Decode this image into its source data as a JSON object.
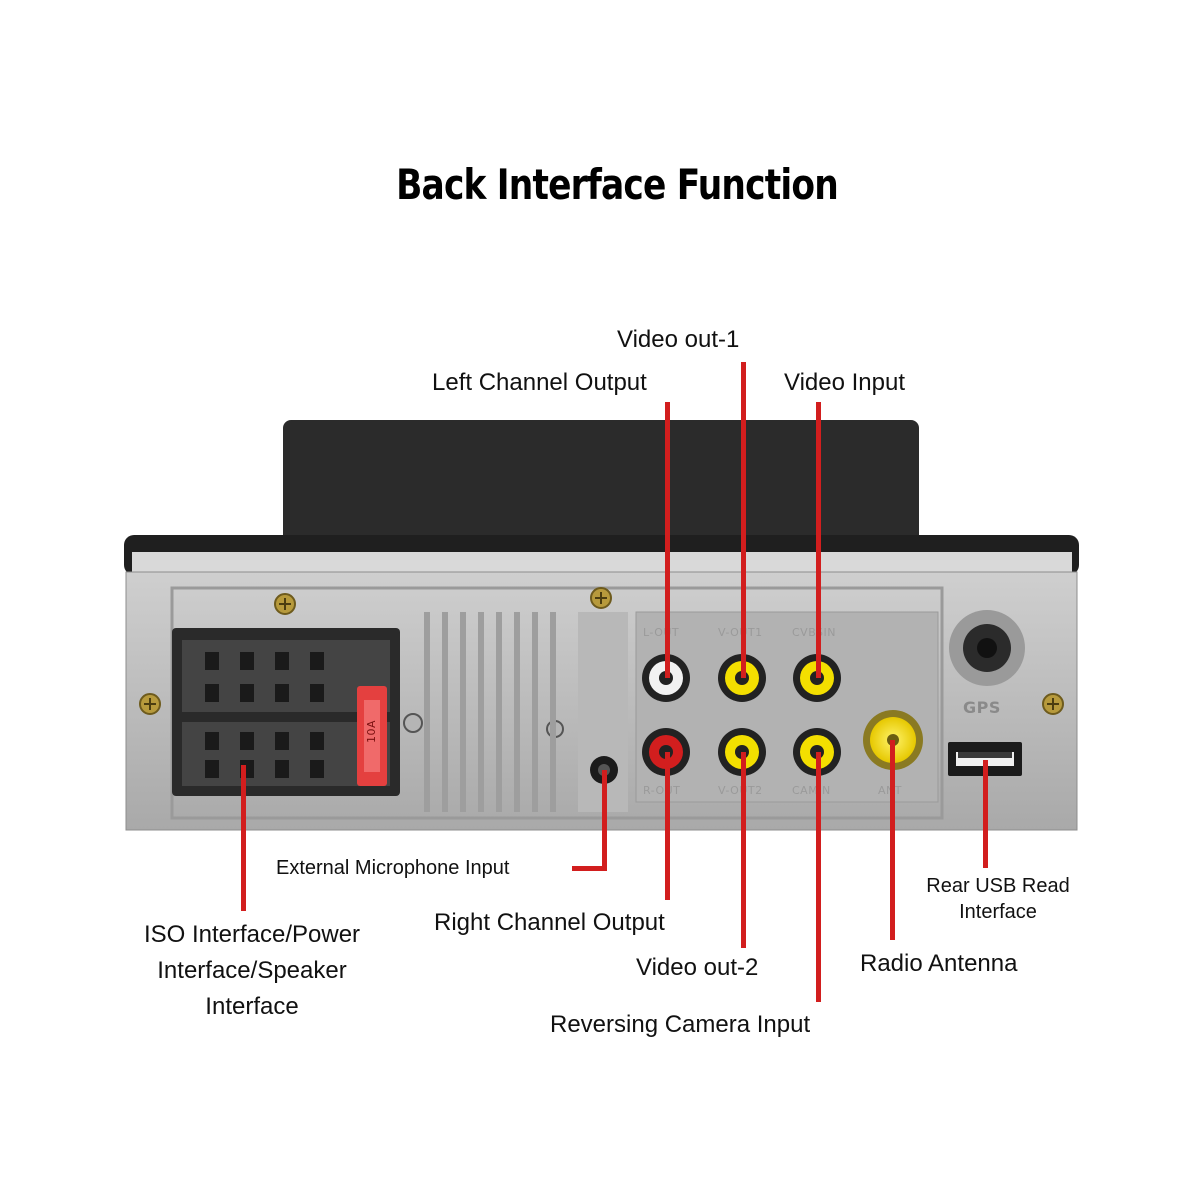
{
  "title": "Back Interface Function",
  "labels": {
    "video_out_1": "Video out-1",
    "left_channel_output": "Left Channel Output",
    "video_input": "Video Input",
    "external_microphone_input": "External Microphone Input",
    "right_channel_output": "Right Channel Output",
    "video_out_2": "Video out-2",
    "reversing_camera_input": "Reversing Camera Input",
    "radio_antenna": "Radio Antenna",
    "rear_usb_line1": "Rear USB Read",
    "rear_usb_line2": "Interface",
    "iso_line1": "ISO Interface/Power",
    "iso_line2": "Interface/Speaker",
    "iso_line3": "Interface"
  },
  "panel_marks": {
    "l_out": "L-OUT",
    "v_out1": "V-OUT1",
    "cvbs_in": "CVBSIN",
    "r_out": "R-OUT",
    "v_out2": "V-OUT2",
    "cam_in": "CAMIN",
    "ant": "ANT",
    "gps": "GPS",
    "fuse": "10A"
  },
  "colors": {
    "leader": "#d21e1e",
    "panel": "#bdbdbd",
    "rca_white": "#f2f2f2",
    "rca_red": "#d21e1e",
    "rca_yellow": "#f3df00"
  }
}
